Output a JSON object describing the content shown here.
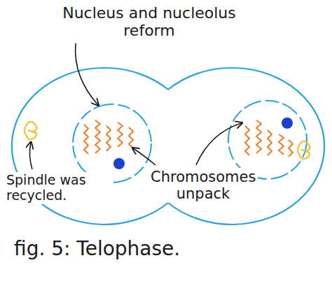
{
  "diagram": {
    "caption": "fig. 5: Telophase.",
    "labels": [
      "Nucleus and nucleolus reform",
      "Chromosomes unpack",
      "Spindle was recycled."
    ]
  }
}
